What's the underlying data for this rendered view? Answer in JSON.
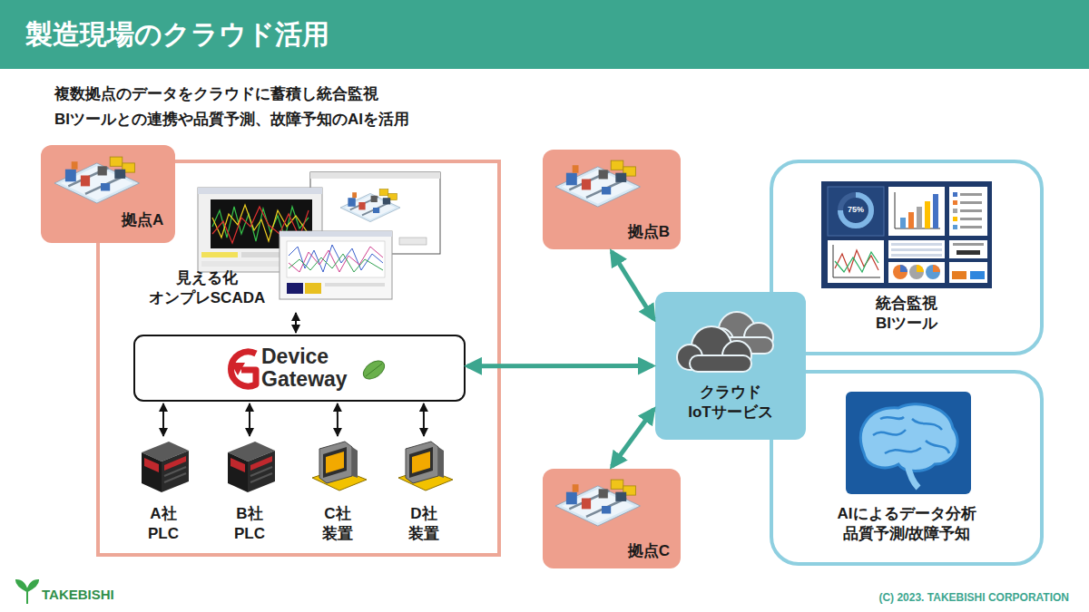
{
  "diagram": {
    "title": "製造現場のクラウド活用",
    "nodes": [
      {
        "text": [
          "拠点A"
        ]
      },
      {
        "text": [
          "見える化 オンプレSCADA"
        ],
        "in": 0
      },
      {
        "text": [
          "Device Gateway"
        ],
        "in": 0
      },
      {
        "text": [
          "A社 PLC"
        ],
        "in": 0
      },
      {
        "text": [
          "B社 PLC"
        ],
        "in": 0
      },
      {
        "text": [
          "C社 装置"
        ],
        "in": 0
      },
      {
        "text": [
          "D社 装置"
        ],
        "in": 0
      },
      {
        "text": [
          "拠点B"
        ]
      },
      {
        "text": [
          "クラウド IoTサービス"
        ]
      },
      {
        "text": [
          "拠点C"
        ]
      },
      {
        "text": [
          "統合監視 BIツール"
        ]
      },
      {
        "text": [
          "AIによるデータ分析 品質予測/故障予知"
        ]
      }
    ],
    "edges": [
      {
        "from": 1,
        "to": 2,
        "arrow": "both"
      },
      {
        "from": 2,
        "to": 3,
        "arrow": "both"
      },
      {
        "from": 2,
        "to": 4,
        "arrow": "both"
      },
      {
        "from": 2,
        "to": 5,
        "arrow": "both"
      },
      {
        "from": 2,
        "to": 6,
        "arrow": "both"
      },
      {
        "from": 2,
        "to": 8,
        "arrow": "both"
      },
      {
        "from": 7,
        "to": 8,
        "arrow": "both"
      },
      {
        "from": 9,
        "to": 8,
        "arrow": "both"
      }
    ],
    "labels": [
      "複数拠点のデータをクラウドに蓄積し統合監視",
      "BIツールとの連携や品質予測、故障予知のAIを活用",
      "75%",
      "TAKEBISHI",
      "(C) 2023. TAKEBISHI CORPORATION"
    ]
  }
}
